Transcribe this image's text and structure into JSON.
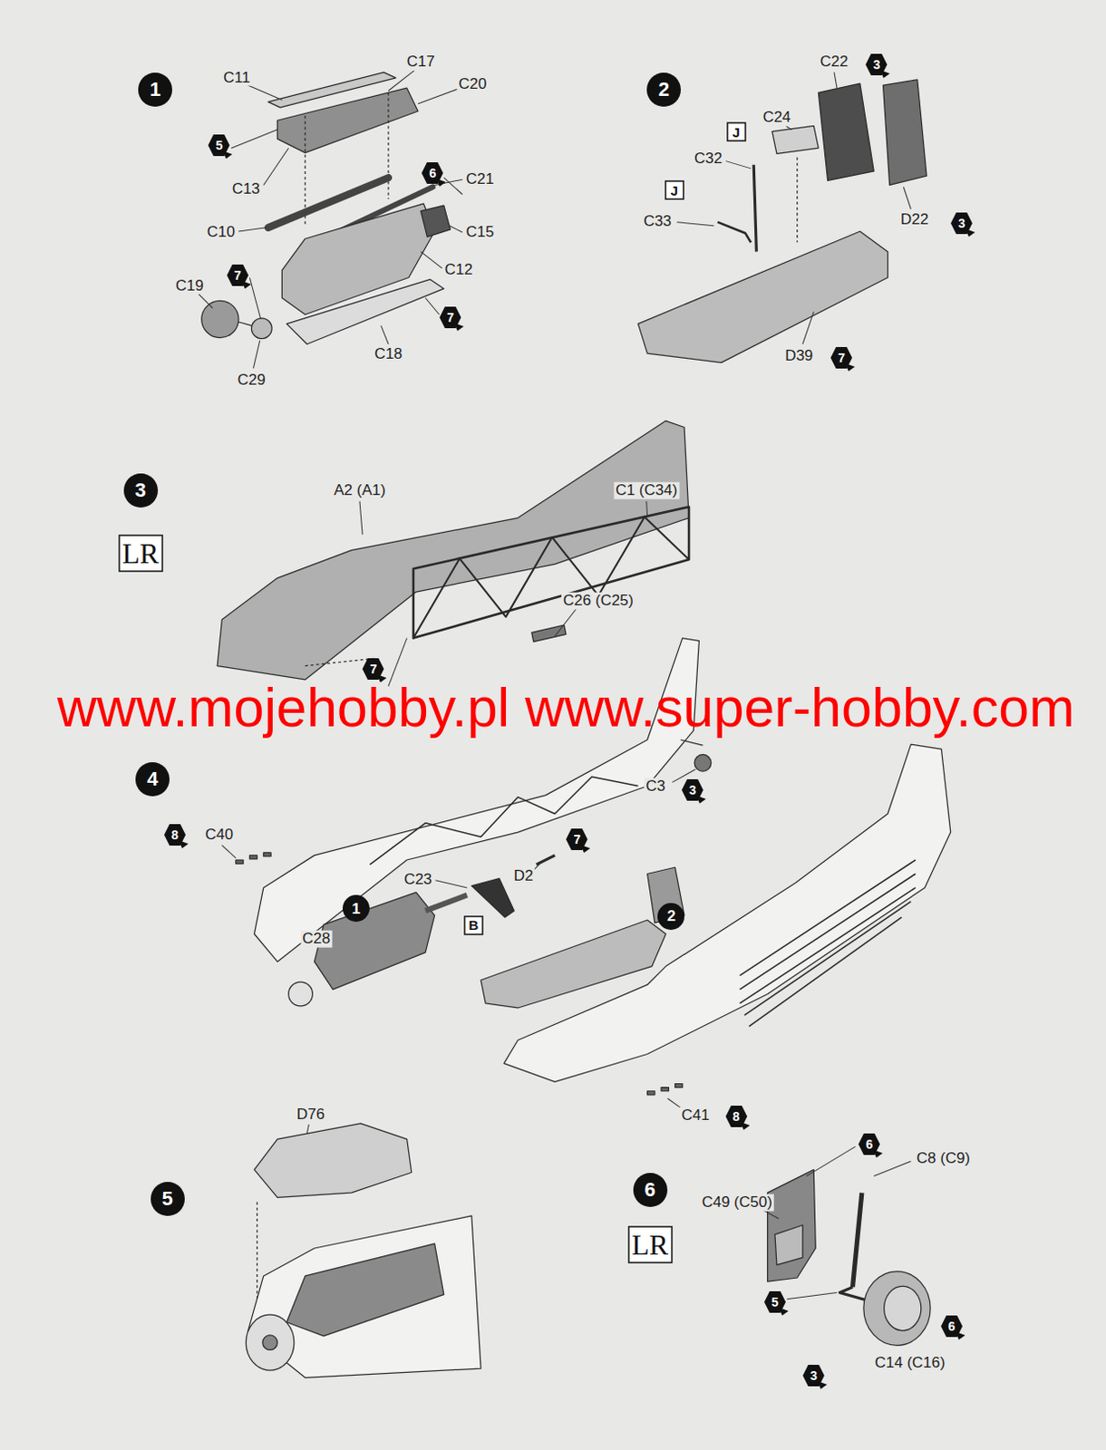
{
  "diagram": {
    "nodes": [
      {
        "text": [
          "1"
        ]
      },
      {
        "text": [
          "2"
        ]
      },
      {
        "text": [
          "5"
        ]
      },
      {
        "text": [
          "6"
        ]
      },
      {
        "text": [
          "7"
        ]
      },
      {
        "text": [
          "7"
        ]
      },
      {
        "text": [
          "J"
        ]
      },
      {
        "text": [
          "J"
        ]
      },
      {
        "text": [
          "3"
        ]
      },
      {
        "text": [
          "3"
        ]
      },
      {
        "text": [
          "7"
        ]
      },
      {
        "text": [
          "3"
        ]
      },
      {
        "text": [
          "LR"
        ]
      },
      {
        "text": [
          "7"
        ]
      },
      {
        "text": [
          "4"
        ]
      },
      {
        "text": [
          "8"
        ]
      },
      {
        "text": [
          "3"
        ]
      },
      {
        "text": [
          "7"
        ]
      },
      {
        "text": [
          "1"
        ]
      },
      {
        "text": [
          "B"
        ]
      },
      {
        "text": [
          "2"
        ]
      },
      {
        "text": [
          "8"
        ]
      },
      {
        "text": [
          "5"
        ]
      },
      {
        "text": [
          "6"
        ]
      },
      {
        "text": [
          "LR"
        ]
      },
      {
        "text": [
          "6"
        ]
      },
      {
        "text": [
          "5"
        ]
      },
      {
        "text": [
          "6"
        ]
      },
      {
        "text": [
          "3"
        ]
      }
    ],
    "labels": [
      "C11",
      "C17",
      "C20",
      "C13",
      "C21",
      "C10",
      "C15",
      "C12",
      "C19",
      "C18",
      "C29",
      "C22",
      "C24",
      "C32",
      "C33",
      "D22",
      "D39",
      "A2 (A1)",
      "C1 (C34)",
      "C26 (C25)",
      "www.mojehobby.pl www.super-hobby.com",
      "C3",
      "C40",
      "C23",
      "D2",
      "C28",
      "C41",
      "D76",
      "C8 (C9)",
      "C49 (C50)",
      "C14 (C16)"
    ]
  }
}
